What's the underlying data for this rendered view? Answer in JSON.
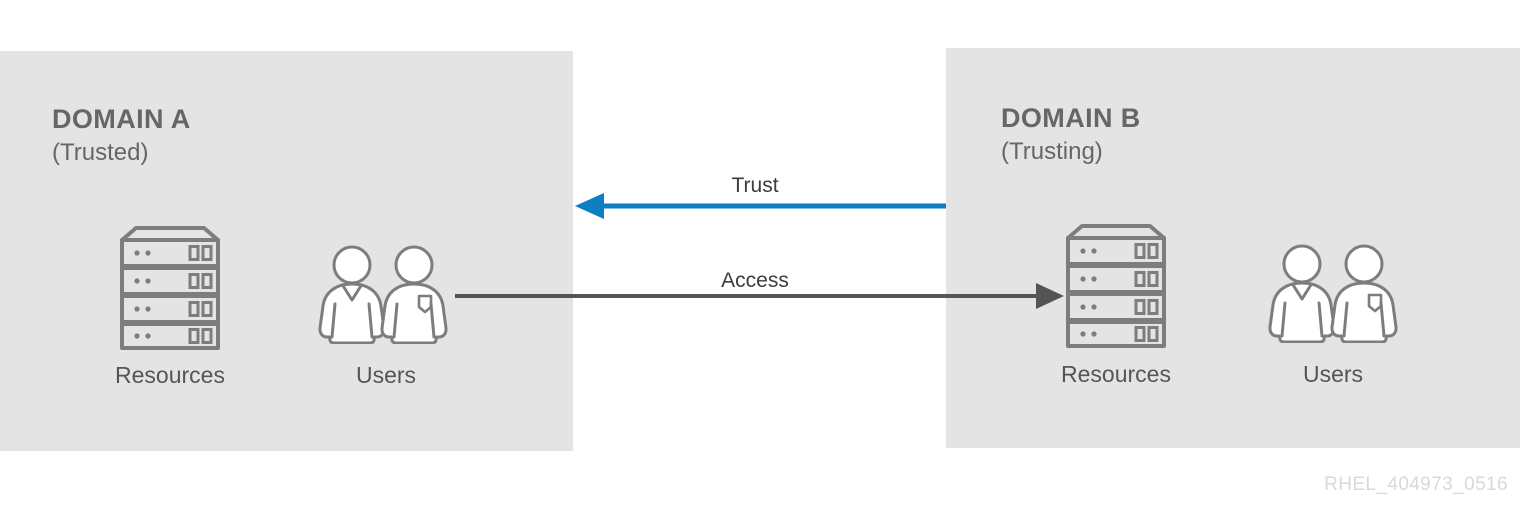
{
  "diagram": {
    "watermark": "RHEL_404973_0516",
    "background_color": "#ffffff",
    "panel_color": "#e4e4e4",
    "trust_arrow_color": "#0d7dc4",
    "access_arrow_color": "#555555",
    "icon_stroke_color": "#808080",
    "title_color": "#666666"
  },
  "domains": [
    {
      "id": "a",
      "title": "DOMAIN A",
      "subtitle": "(Trusted)",
      "resources_label": "Resources",
      "users_label": "Users",
      "resources_icon": "server-rack-icon",
      "users_icon": "two-people-icon"
    },
    {
      "id": "b",
      "title": "DOMAIN B",
      "subtitle": "(Trusting)",
      "resources_label": "Resources",
      "users_label": "Users",
      "resources_icon": "server-rack-icon",
      "users_icon": "two-people-icon"
    }
  ],
  "flows": [
    {
      "id": "trust",
      "label": "Trust",
      "direction": "right-to-left",
      "from": "DOMAIN B",
      "to": "DOMAIN A",
      "color": "#0d7dc4"
    },
    {
      "id": "access",
      "label": "Access",
      "direction": "left-to-right",
      "from": "DOMAIN A Users",
      "to": "DOMAIN B Resources",
      "color": "#555555"
    }
  ]
}
